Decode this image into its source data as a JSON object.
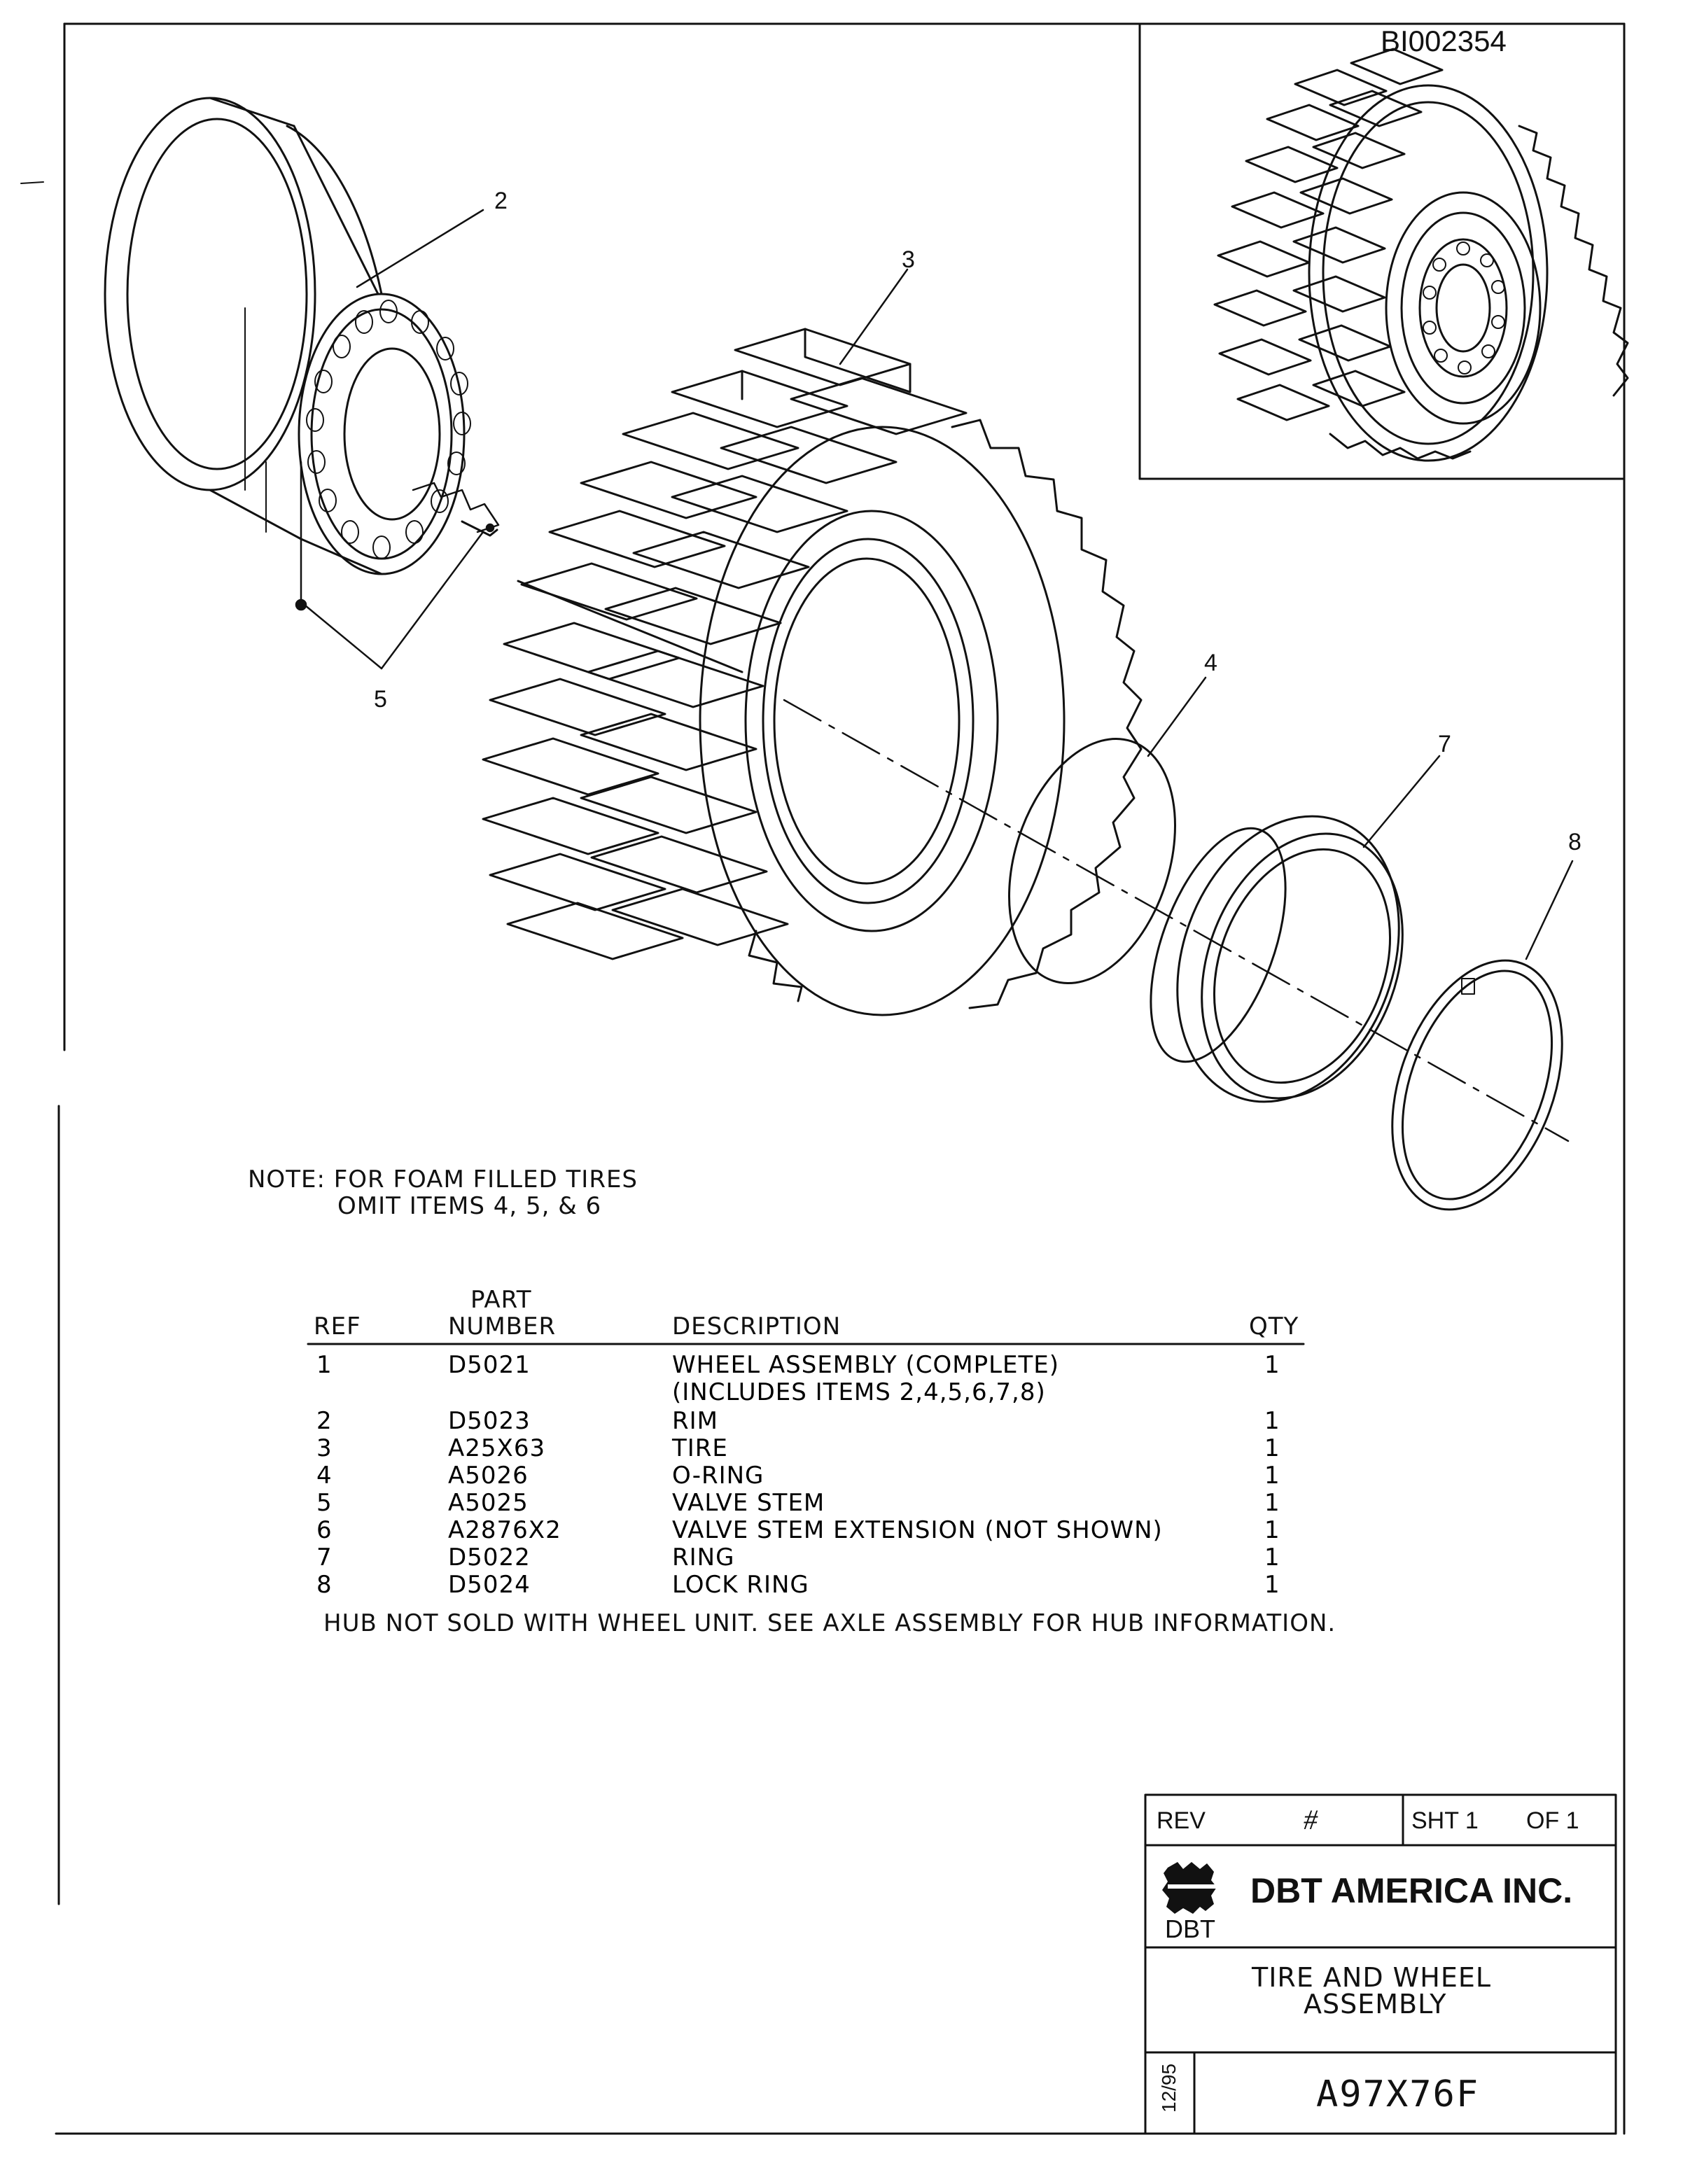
{
  "drawing_id": "BI002354",
  "callouts": [
    "2",
    "3",
    "4",
    "5",
    "7",
    "8"
  ],
  "note": {
    "line1": "NOTE: FOR FOAM FILLED TIRES",
    "line2": "OMIT ITEMS 4, 5, & 6"
  },
  "parts_table": {
    "headers": {
      "ref": "REF",
      "part_line1": "PART",
      "part_line2": "NUMBER",
      "description": "DESCRIPTION",
      "qty": "QTY"
    },
    "rows": [
      {
        "ref": "1",
        "part": "D5021",
        "description": "WHEEL ASSEMBLY (COMPLETE)",
        "qty": "1"
      },
      {
        "ref": "",
        "part": "",
        "description": "(INCLUDES ITEMS 2,4,5,6,7,8)",
        "qty": ""
      },
      {
        "ref": "2",
        "part": "D5023",
        "description": "RIM",
        "qty": "1"
      },
      {
        "ref": "3",
        "part": "A25X63",
        "description": "TIRE",
        "qty": "1"
      },
      {
        "ref": "4",
        "part": "A5026",
        "description": "O-RING",
        "qty": "1"
      },
      {
        "ref": "5",
        "part": "A5025",
        "description": "VALVE STEM",
        "qty": "1"
      },
      {
        "ref": "6",
        "part": "A2876X2",
        "description": "VALVE STEM EXTENSION (NOT SHOWN)",
        "qty": "1"
      },
      {
        "ref": "7",
        "part": "D5022",
        "description": "RING",
        "qty": "1"
      },
      {
        "ref": "8",
        "part": "D5024",
        "description": "LOCK RING",
        "qty": "1"
      }
    ],
    "footnote": "HUB NOT SOLD WITH WHEEL UNIT. SEE AXLE ASSEMBLY FOR HUB INFORMATION."
  },
  "title_block": {
    "rev_label": "REV",
    "rev_number_label": "#",
    "sheet_label": "SHT 1",
    "of_label": "OF 1",
    "company": "DBT AMERICA INC.",
    "logo_text": "DBT",
    "title_line1": "TIRE AND WHEEL",
    "title_line2": "ASSEMBLY",
    "date": "12/95",
    "drawing_number": "A97X76F"
  }
}
